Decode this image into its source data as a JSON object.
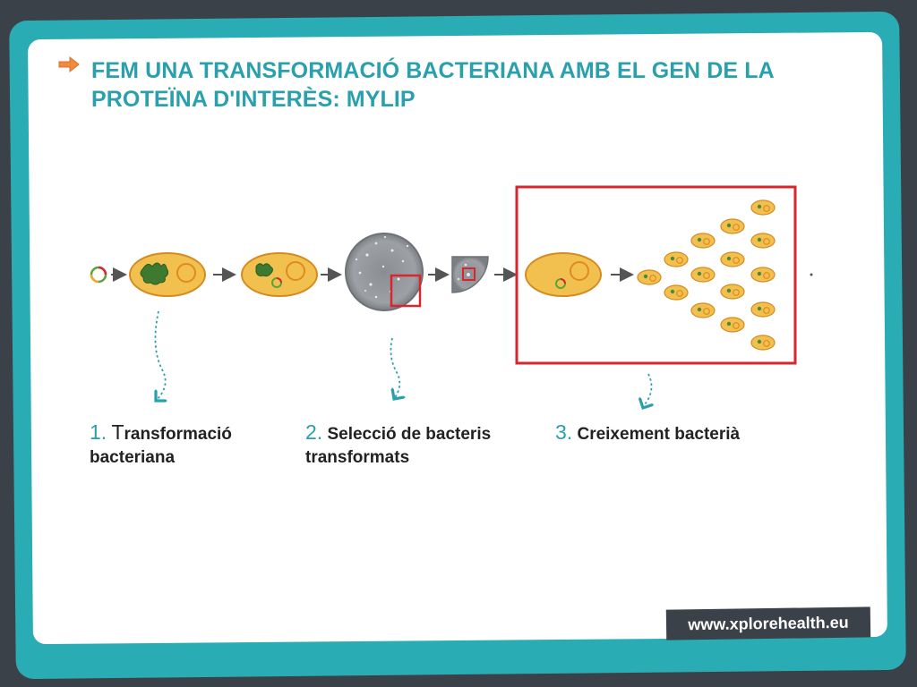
{
  "title": "FEM UNA TRANSFORMACIÓ BACTERIANA AMB EL GEN DE LA PROTEÏNA D'INTERÈS:  MYLIP",
  "steps": [
    {
      "number": "1.",
      "first_letter": "T",
      "text_rest": "ransformació",
      "text_line2": "bacteriana"
    },
    {
      "number": "2.",
      "text": "Selecció de bacteris",
      "text_line2": "transformats"
    },
    {
      "number": "3.",
      "text": "Creixement bacterià"
    }
  ],
  "footer": "www.xplorehealth.eu",
  "colors": {
    "teal": "#2aacb5",
    "title": "#2aa0ac",
    "highlight_box": "#d8262f",
    "bacteria_fill": "#f2c04f",
    "bacteria_stroke": "#d68a1f",
    "dna": "#4a8a3a",
    "arrow_orange": "#f08a3c",
    "dark": "#3b4148"
  },
  "icons": [
    "arrow-right-icon",
    "plasmid-icon",
    "bacterium-icon",
    "petri-dish-icon",
    "dotted-arrow-icon"
  ]
}
